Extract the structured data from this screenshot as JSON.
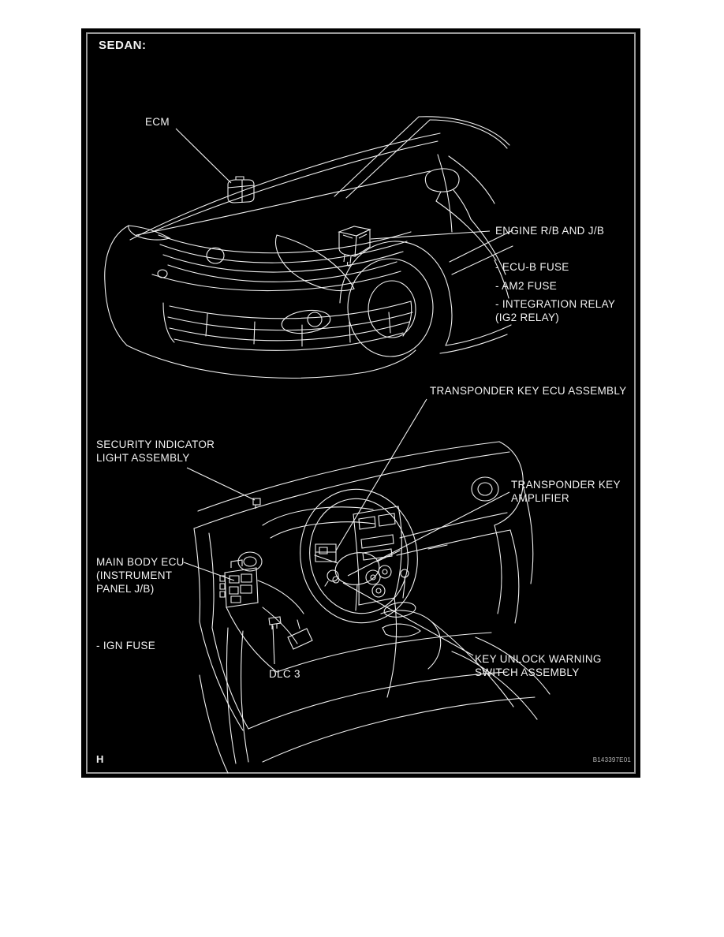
{
  "figure": {
    "variant_title": "SEDAN:",
    "page_letter": "H",
    "figure_code": "B143397E01"
  },
  "labels": {
    "ecm": {
      "text": "ECM"
    },
    "engine_rb": {
      "text": "ENGINE R/B AND J/B"
    },
    "ecu_b_fuse": {
      "text": "- ECU-B FUSE"
    },
    "am2_fuse": {
      "text": "- AM2 FUSE"
    },
    "integration_relay": {
      "line1": "- INTEGRATION RELAY",
      "line2": "(IG2 RELAY)"
    },
    "transponder_key_ecu": {
      "text": "TRANSPONDER KEY ECU ASSEMBLY"
    },
    "security_indicator": {
      "line1": "SECURITY INDICATOR",
      "line2": "LIGHT ASSEMBLY"
    },
    "transponder_key_amplifier": {
      "line1": "TRANSPONDER KEY",
      "line2": "AMPLIFIER"
    },
    "main_body_ecu": {
      "line1": "MAIN BODY ECU",
      "line2": "(INSTRUMENT",
      "line3": "PANEL J/B)"
    },
    "ign_fuse": {
      "text": "- IGN FUSE"
    },
    "dlc3": {
      "text": "DLC 3"
    },
    "key_unlock": {
      "line1": "KEY UNLOCK WARNING",
      "line2": "SWITCH ASSEMBLY"
    }
  },
  "colors": {
    "page_background": "#ffffff",
    "panel_background": "#000000",
    "panel_border": "#9a9a9a",
    "line_art": "#f0f0f0",
    "label_text": "#f2f2f2"
  }
}
